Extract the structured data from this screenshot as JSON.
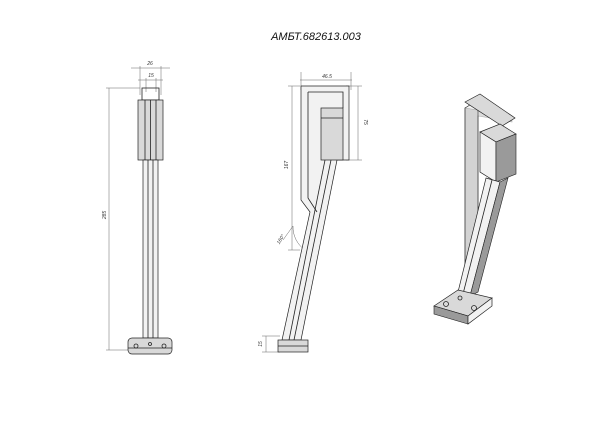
{
  "drawing": {
    "designation": "АМБТ.682613.003",
    "front_view": {
      "dim_top_outer": "26",
      "dim_top_inner": "15",
      "dim_height": "285"
    },
    "side_view": {
      "dim_top_width": "46.5",
      "dim_head_height": "75",
      "dim_upper_length": "167",
      "dim_angle": "160°",
      "dim_base_height": "15"
    }
  }
}
